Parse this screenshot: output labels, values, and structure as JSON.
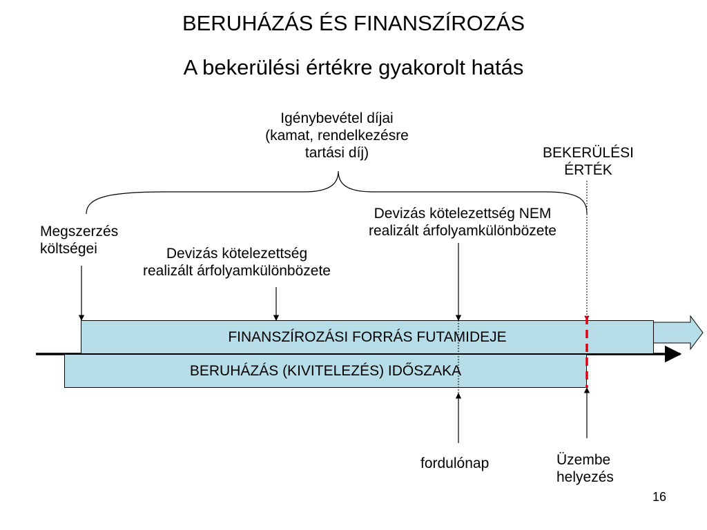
{
  "title": "BERUHÁZÁS ÉS FINANSZÍROZÁS",
  "subtitle": "A bekerülési értékre gyakorolt hatás",
  "labels": {
    "fees": [
      "Igénybevétel díjai",
      "(kamat, rendelkezésre",
      "tartási díj)"
    ],
    "acquisition": [
      "Megszerzés",
      "költségei"
    ],
    "realized": [
      "Devizás kötelezettség",
      "realizált árfolyamkülönbözete"
    ],
    "unrealized": [
      "Devizás kötelezettség NEM",
      "realizált árfolyamkülönbözete"
    ],
    "cost_value": [
      "BEKERÜLÉSI",
      "ÉRTÉK"
    ],
    "turn_date": "fordulónap",
    "commissioning": [
      "Üzembe",
      "helyezés"
    ]
  },
  "bars": {
    "financing": "FINANSZÍROZÁSI FORRÁS FUTAMIDEJE",
    "investment": "BERUHÁZÁS (KIVITELEZÉS) IDŐSZAKA"
  },
  "page_number": "16",
  "colors": {
    "bar_fill": "#b7dde8",
    "cutoff_line": "#e0000f",
    "arrow_fill": "#b7dde8"
  }
}
